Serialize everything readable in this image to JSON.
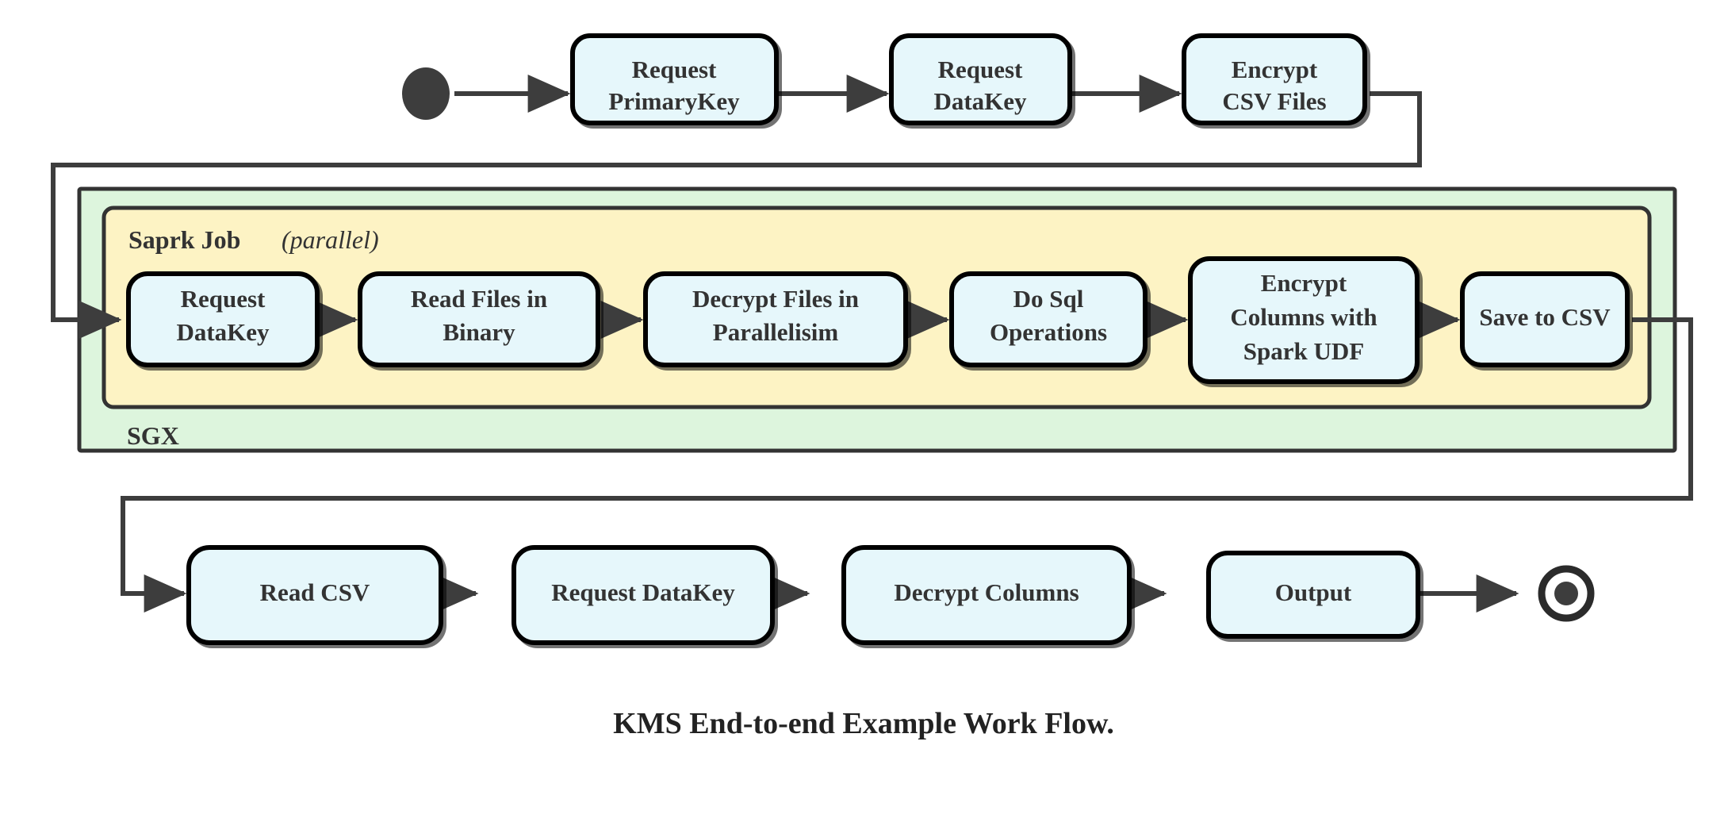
{
  "diagram": {
    "caption": "KMS End-to-end Example Work Flow.",
    "colors": {
      "node_fill": "#e6f7fb",
      "node_stroke": "#000000",
      "sgx_fill": "#ddf5dd",
      "sgx_stroke": "#333333",
      "spark_fill": "#fdf3c4",
      "spark_stroke": "#333333",
      "edge": "#3d3d3d",
      "terminal": "#3d3d3d",
      "text": "#333333",
      "background": "#ffffff"
    },
    "containers": [
      {
        "id": "sgx",
        "label": "SGX",
        "label_position": "bottom-left"
      },
      {
        "id": "spark-job",
        "label": "Saprk Job",
        "modifier": "(parallel)",
        "modifier_open": "(",
        "modifier_word": "parallel",
        "modifier_close": ")",
        "label_position": "top-left"
      }
    ],
    "terminals": [
      {
        "id": "start",
        "type": "start-node",
        "shape": "filled-circle"
      },
      {
        "id": "end",
        "type": "end-node",
        "shape": "double-circle"
      }
    ],
    "rows": [
      {
        "id": "row-top",
        "nodes": [
          {
            "id": "request-primarykey",
            "lines": [
              "Request",
              "PrimaryKey"
            ]
          },
          {
            "id": "request-datakey-top",
            "lines": [
              "Request",
              "DataKey"
            ]
          },
          {
            "id": "encrypt-csv-files",
            "lines": [
              "Encrypt",
              "CSV Files"
            ]
          }
        ]
      },
      {
        "id": "row-middle",
        "container": "spark-job",
        "nodes": [
          {
            "id": "request-datakey-spark",
            "lines": [
              "Request",
              "DataKey"
            ]
          },
          {
            "id": "read-files-in-binary",
            "lines": [
              "Read Files in",
              "Binary"
            ]
          },
          {
            "id": "decrypt-files-in-parallelisim",
            "lines": [
              "Decrypt Files in",
              "Parallelisim"
            ]
          },
          {
            "id": "do-sql-operations",
            "lines": [
              "Do Sql",
              "Operations"
            ]
          },
          {
            "id": "encrypt-columns-with-spark-udf",
            "lines": [
              "Encrypt",
              "Columns with",
              "Spark UDF"
            ]
          },
          {
            "id": "save-to-csv",
            "lines": [
              "Save to CSV"
            ]
          }
        ]
      },
      {
        "id": "row-bottom",
        "nodes": [
          {
            "id": "read-csv",
            "lines": [
              "Read CSV"
            ]
          },
          {
            "id": "request-datakey-bottom",
            "lines": [
              "Request DataKey"
            ]
          },
          {
            "id": "decrypt-columns",
            "lines": [
              "Decrypt Columns"
            ]
          },
          {
            "id": "output",
            "lines": [
              "Output"
            ]
          }
        ]
      }
    ],
    "edges": [
      {
        "from": "start",
        "to": "request-primarykey",
        "style": "straight"
      },
      {
        "from": "request-primarykey",
        "to": "request-datakey-top",
        "style": "straight"
      },
      {
        "from": "request-datakey-top",
        "to": "encrypt-csv-files",
        "style": "straight"
      },
      {
        "from": "encrypt-csv-files",
        "to": "request-datakey-spark",
        "style": "orthogonal-wrap-left"
      },
      {
        "from": "request-datakey-spark",
        "to": "read-files-in-binary",
        "style": "straight"
      },
      {
        "from": "read-files-in-binary",
        "to": "decrypt-files-in-parallelisim",
        "style": "straight"
      },
      {
        "from": "decrypt-files-in-parallelisim",
        "to": "do-sql-operations",
        "style": "straight"
      },
      {
        "from": "do-sql-operations",
        "to": "encrypt-columns-with-spark-udf",
        "style": "straight"
      },
      {
        "from": "encrypt-columns-with-spark-udf",
        "to": "save-to-csv",
        "style": "straight"
      },
      {
        "from": "save-to-csv",
        "to": "read-csv",
        "style": "orthogonal-wrap-left"
      },
      {
        "from": "read-csv",
        "to": "request-datakey-bottom",
        "style": "straight"
      },
      {
        "from": "request-datakey-bottom",
        "to": "decrypt-columns",
        "style": "straight"
      },
      {
        "from": "decrypt-columns",
        "to": "output",
        "style": "straight"
      },
      {
        "from": "output",
        "to": "end",
        "style": "straight"
      }
    ]
  }
}
